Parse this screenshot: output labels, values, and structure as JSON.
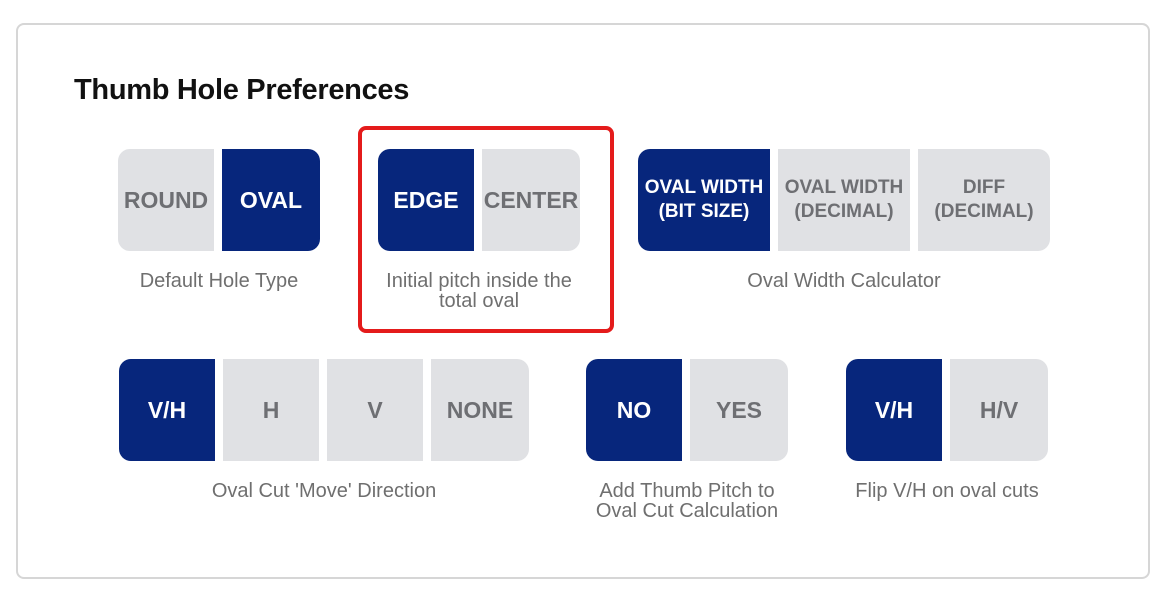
{
  "title": "Thumb Hole Preferences",
  "accent_color": "#07267c",
  "inactive_color": "#e0e1e4",
  "highlight_color": "#e41b1b",
  "groups": {
    "hole_type": {
      "caption": "Default Hole Type",
      "options": [
        "ROUND",
        "OVAL"
      ],
      "selected": "OVAL"
    },
    "pitch": {
      "caption": "Initial pitch inside the total oval",
      "options": [
        "EDGE",
        "CENTER"
      ],
      "selected": "EDGE"
    },
    "oval_width": {
      "caption": "Oval Width Calculator",
      "options": [
        {
          "line1": "OVAL WIDTH",
          "line2": "(BIT SIZE)"
        },
        {
          "line1": "OVAL WIDTH",
          "line2": "(DECIMAL)"
        },
        {
          "line1": "DIFF",
          "line2": "(DECIMAL)"
        }
      ],
      "selected": "OVAL WIDTH (BIT SIZE)"
    },
    "move_direction": {
      "caption": "Oval Cut 'Move' Direction",
      "options": [
        "V/H",
        "H",
        "V",
        "NONE"
      ],
      "selected": "V/H"
    },
    "add_pitch": {
      "caption_line1": "Add Thumb Pitch to",
      "caption_line2": "Oval Cut Calculation",
      "options": [
        "NO",
        "YES"
      ],
      "selected": "NO"
    },
    "flip": {
      "caption": "Flip V/H on oval cuts",
      "options": [
        "V/H",
        "H/V"
      ],
      "selected": "V/H"
    }
  }
}
